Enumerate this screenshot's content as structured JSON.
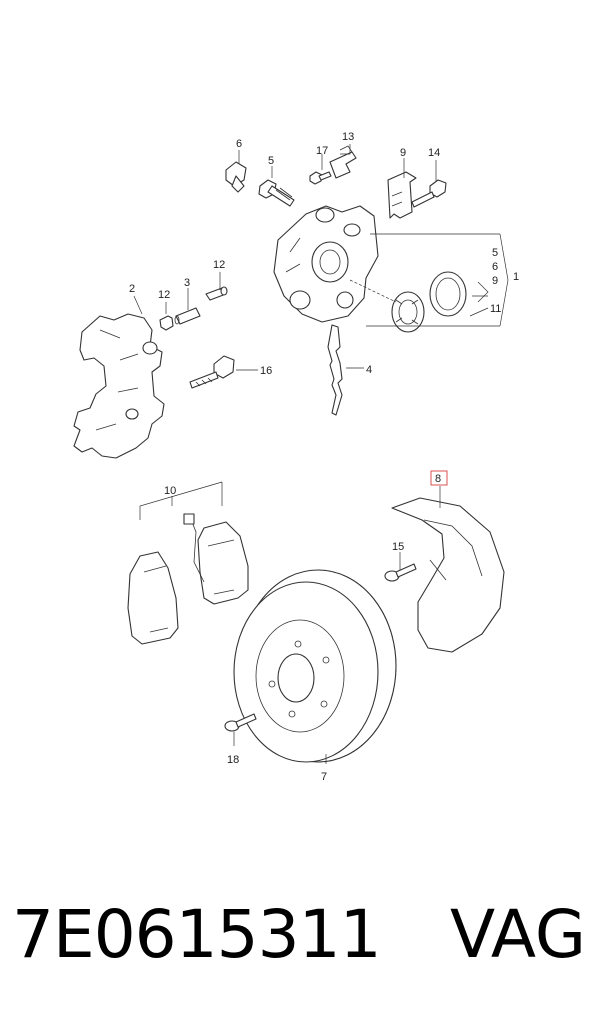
{
  "diagram": {
    "callouts": {
      "c1": "1",
      "c2": "2",
      "c3": "3",
      "c4": "4",
      "c5": "5",
      "c6": "6",
      "c7": "7",
      "c8": "8",
      "c9": "9",
      "c10": "10",
      "c11": "11",
      "c12a": "12",
      "c12b": "12",
      "c13": "13",
      "c14": "14",
      "c15": "15",
      "c16": "16",
      "c17": "17",
      "c18": "18",
      "s5": "5",
      "s6": "6",
      "s9": "9",
      "s11": "11"
    },
    "highlight_color": "#d9534f"
  },
  "footer": {
    "part_number": "7E0615311",
    "brand": "VAG"
  }
}
